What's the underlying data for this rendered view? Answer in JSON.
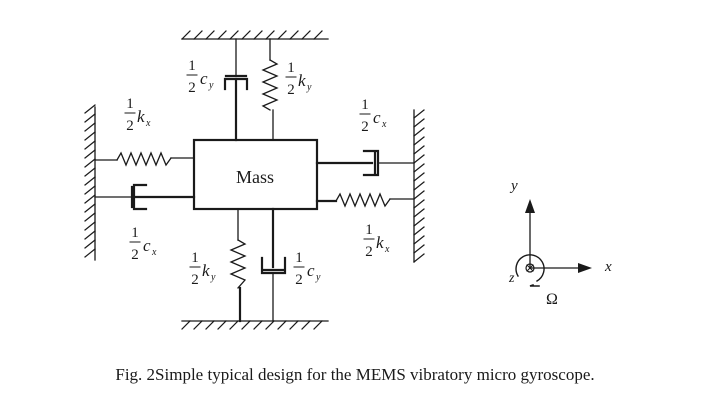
{
  "figure": {
    "mass_label": "Mass",
    "labels": {
      "top_damper": {
        "num": "1",
        "den": "2",
        "sym": "c",
        "sub": "y"
      },
      "top_spring": {
        "num": "1",
        "den": "2",
        "sym": "k",
        "sub": "y"
      },
      "left_spring": {
        "num": "1",
        "den": "2",
        "sym": "k",
        "sub": "x"
      },
      "left_damper": {
        "num": "1",
        "den": "2",
        "sym": "c",
        "sub": "x"
      },
      "right_damper": {
        "num": "1",
        "den": "2",
        "sym": "c",
        "sub": "x"
      },
      "right_spring": {
        "num": "1",
        "den": "2",
        "sym": "k",
        "sub": "x"
      },
      "bottom_spring": {
        "num": "1",
        "den": "2",
        "sym": "k",
        "sub": "y"
      },
      "bottom_damper": {
        "num": "1",
        "den": "2",
        "sym": "c",
        "sub": "y"
      }
    },
    "axes": {
      "x_label": "x",
      "y_label": "y",
      "z_label": "z",
      "rotation_label": "Ω"
    }
  },
  "caption": "Fig. 2Simple typical design for the MEMS vibratory micro gyroscope."
}
